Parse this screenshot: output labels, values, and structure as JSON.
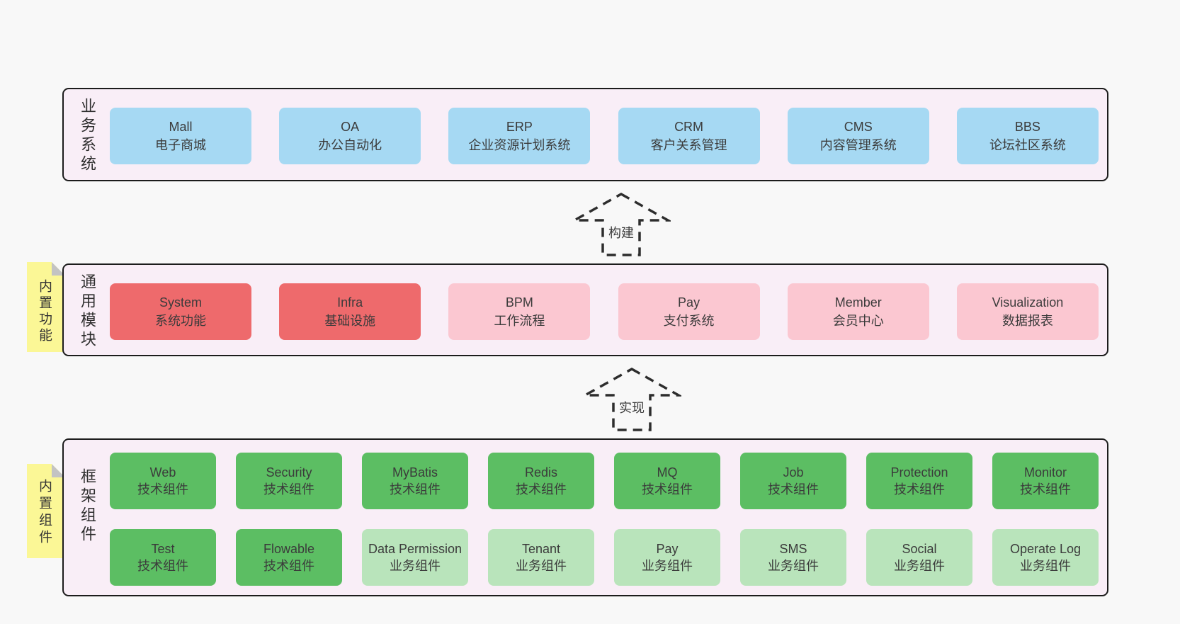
{
  "colors": {
    "page_bg": "#f8f8f8",
    "band_bg": "#f9eef7",
    "band_border": "#1c1c1c",
    "blue_box": "#a6d9f3",
    "red_box": "#ee6a6c",
    "pink_box": "#fbc7d1",
    "green_dark_box": "#5cbe63",
    "green_light_box": "#b9e4bb",
    "sticky_yellow": "#fbf796",
    "sticky_fold_gray": "#c3c3c3",
    "text": "#3b3b3b"
  },
  "bands": {
    "business": {
      "label": "业务系统",
      "boxes": [
        {
          "en": "Mall",
          "zh": "电子商城"
        },
        {
          "en": "OA",
          "zh": "办公自动化"
        },
        {
          "en": "ERP",
          "zh": "企业资源计划系统"
        },
        {
          "en": "CRM",
          "zh": "客户关系管理"
        },
        {
          "en": "CMS",
          "zh": "内容管理系统"
        },
        {
          "en": "BBS",
          "zh": "论坛社区系统"
        }
      ]
    },
    "modules": {
      "label": "通用模块",
      "sticky": "内置功能",
      "boxes": [
        {
          "en": "System",
          "zh": "系统功能",
          "variant": "red"
        },
        {
          "en": "Infra",
          "zh": "基础设施",
          "variant": "red"
        },
        {
          "en": "BPM",
          "zh": "工作流程",
          "variant": "pink"
        },
        {
          "en": "Pay",
          "zh": "支付系统",
          "variant": "pink"
        },
        {
          "en": "Member",
          "zh": "会员中心",
          "variant": "pink"
        },
        {
          "en": "Visualization",
          "zh": "数据报表",
          "variant": "pink"
        }
      ]
    },
    "framework": {
      "label": "框架组件",
      "sticky": "内置组件",
      "row1": [
        {
          "en": "Web",
          "zh": "技术组件",
          "variant": "green-dark"
        },
        {
          "en": "Security",
          "zh": "技术组件",
          "variant": "green-dark"
        },
        {
          "en": "MyBatis",
          "zh": "技术组件",
          "variant": "green-dark"
        },
        {
          "en": "Redis",
          "zh": "技术组件",
          "variant": "green-dark"
        },
        {
          "en": "MQ",
          "zh": "技术组件",
          "variant": "green-dark"
        },
        {
          "en": "Job",
          "zh": "技术组件",
          "variant": "green-dark"
        },
        {
          "en": "Protection",
          "zh": "技术组件",
          "variant": "green-dark"
        },
        {
          "en": "Monitor",
          "zh": "技术组件",
          "variant": "green-dark"
        }
      ],
      "row2": [
        {
          "en": "Test",
          "zh": "技术组件",
          "variant": "green-dark"
        },
        {
          "en": "Flowable",
          "zh": "技术组件",
          "variant": "green-dark"
        },
        {
          "en": "Data Permission",
          "zh": "业务组件",
          "variant": "green-light"
        },
        {
          "en": "Tenant",
          "zh": "业务组件",
          "variant": "green-light"
        },
        {
          "en": "Pay",
          "zh": "业务组件",
          "variant": "green-light"
        },
        {
          "en": "SMS",
          "zh": "业务组件",
          "variant": "green-light"
        },
        {
          "en": "Social",
          "zh": "业务组件",
          "variant": "green-light"
        },
        {
          "en": "Operate Log",
          "zh": "业务组件",
          "variant": "green-light"
        }
      ]
    }
  },
  "arrows": {
    "build": {
      "label": "构建"
    },
    "implement": {
      "label": "实现"
    }
  }
}
